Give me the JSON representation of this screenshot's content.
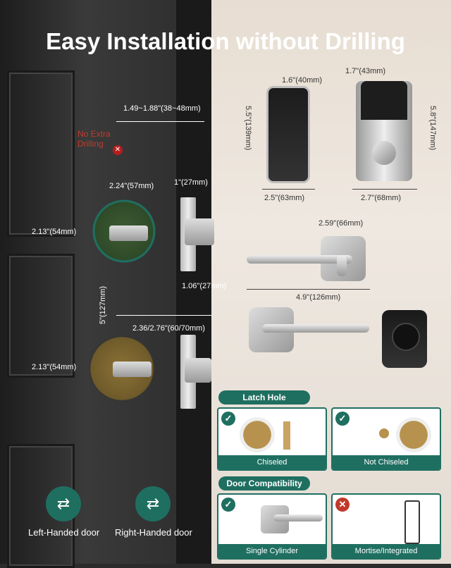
{
  "title": "Easy Installation without Drilling",
  "no_extra_drilling": "No Extra Drilling",
  "dims": {
    "bore_range": "1.49~1.88\"(38~48mm)",
    "top_hole_dia": "2.24\"(57mm)",
    "top_hole_height": "2.13\"(54mm)",
    "latch_top": "1\"(27mm)",
    "latch_bottom": "1.06\"(27mm)",
    "spacing": "5\"(127mm)",
    "backset": "2.36/2.76\"(60/70mm)",
    "bottom_hole_height": "2.13\"(54mm)",
    "front_width": "1.6\"(40mm)",
    "front_height": "5.5\"(139mm)",
    "front_bottom": "2.5\"(63mm)",
    "back_width": "1.7\"(43mm)",
    "back_height": "5.8\"(147mm)",
    "back_bottom": "2.7\"(68mm)",
    "lever_rose": "2.59\"(66mm)",
    "lever_length": "4.9\"(126mm)"
  },
  "latch_hole": {
    "heading": "Latch Hole",
    "cards": [
      {
        "label": "Chiseled",
        "status": "✓"
      },
      {
        "label": "Not Chiseled",
        "status": "✓"
      }
    ]
  },
  "door_compat": {
    "heading": "Door Compatibility",
    "cards": [
      {
        "label": "Single Cylinder",
        "status": "✓"
      },
      {
        "label": "Mortise/Integrated",
        "status": "✕"
      }
    ]
  },
  "handedness": [
    {
      "label": "Left-Handed door",
      "icon": "left-handed-door-icon"
    },
    {
      "label": "Right-Handed door",
      "icon": "right-handed-door-icon"
    }
  ],
  "colors": {
    "accent": "#1f6f61",
    "alert": "#c0392b"
  }
}
